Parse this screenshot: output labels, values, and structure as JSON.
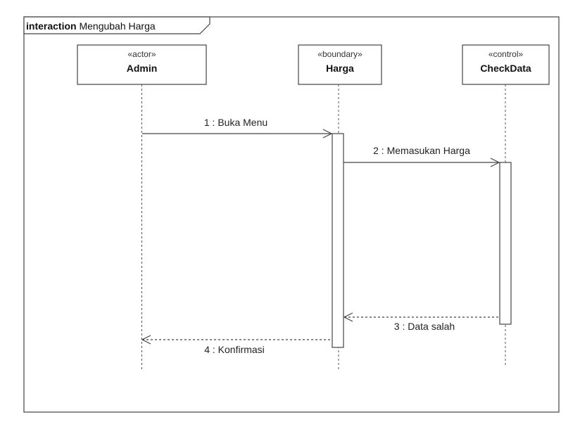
{
  "frame": {
    "keyword": "interaction",
    "name": "Mengubah Harga"
  },
  "lifelines": [
    {
      "stereotype": "«actor»",
      "name": "Admin"
    },
    {
      "stereotype": "«boundary»",
      "name": "Harga"
    },
    {
      "stereotype": "«control»",
      "name": "CheckData"
    }
  ],
  "messages": [
    {
      "label": "1 : Buka Menu",
      "from": "Admin",
      "to": "Harga",
      "kind": "sync"
    },
    {
      "label": "2 : Memasukan Harga",
      "from": "Harga",
      "to": "CheckData",
      "kind": "sync"
    },
    {
      "label": "3 : Data salah",
      "from": "CheckData",
      "to": "Harga",
      "kind": "return"
    },
    {
      "label": "4 : Konfirmasi",
      "from": "Harga",
      "to": "Admin",
      "kind": "return"
    }
  ]
}
